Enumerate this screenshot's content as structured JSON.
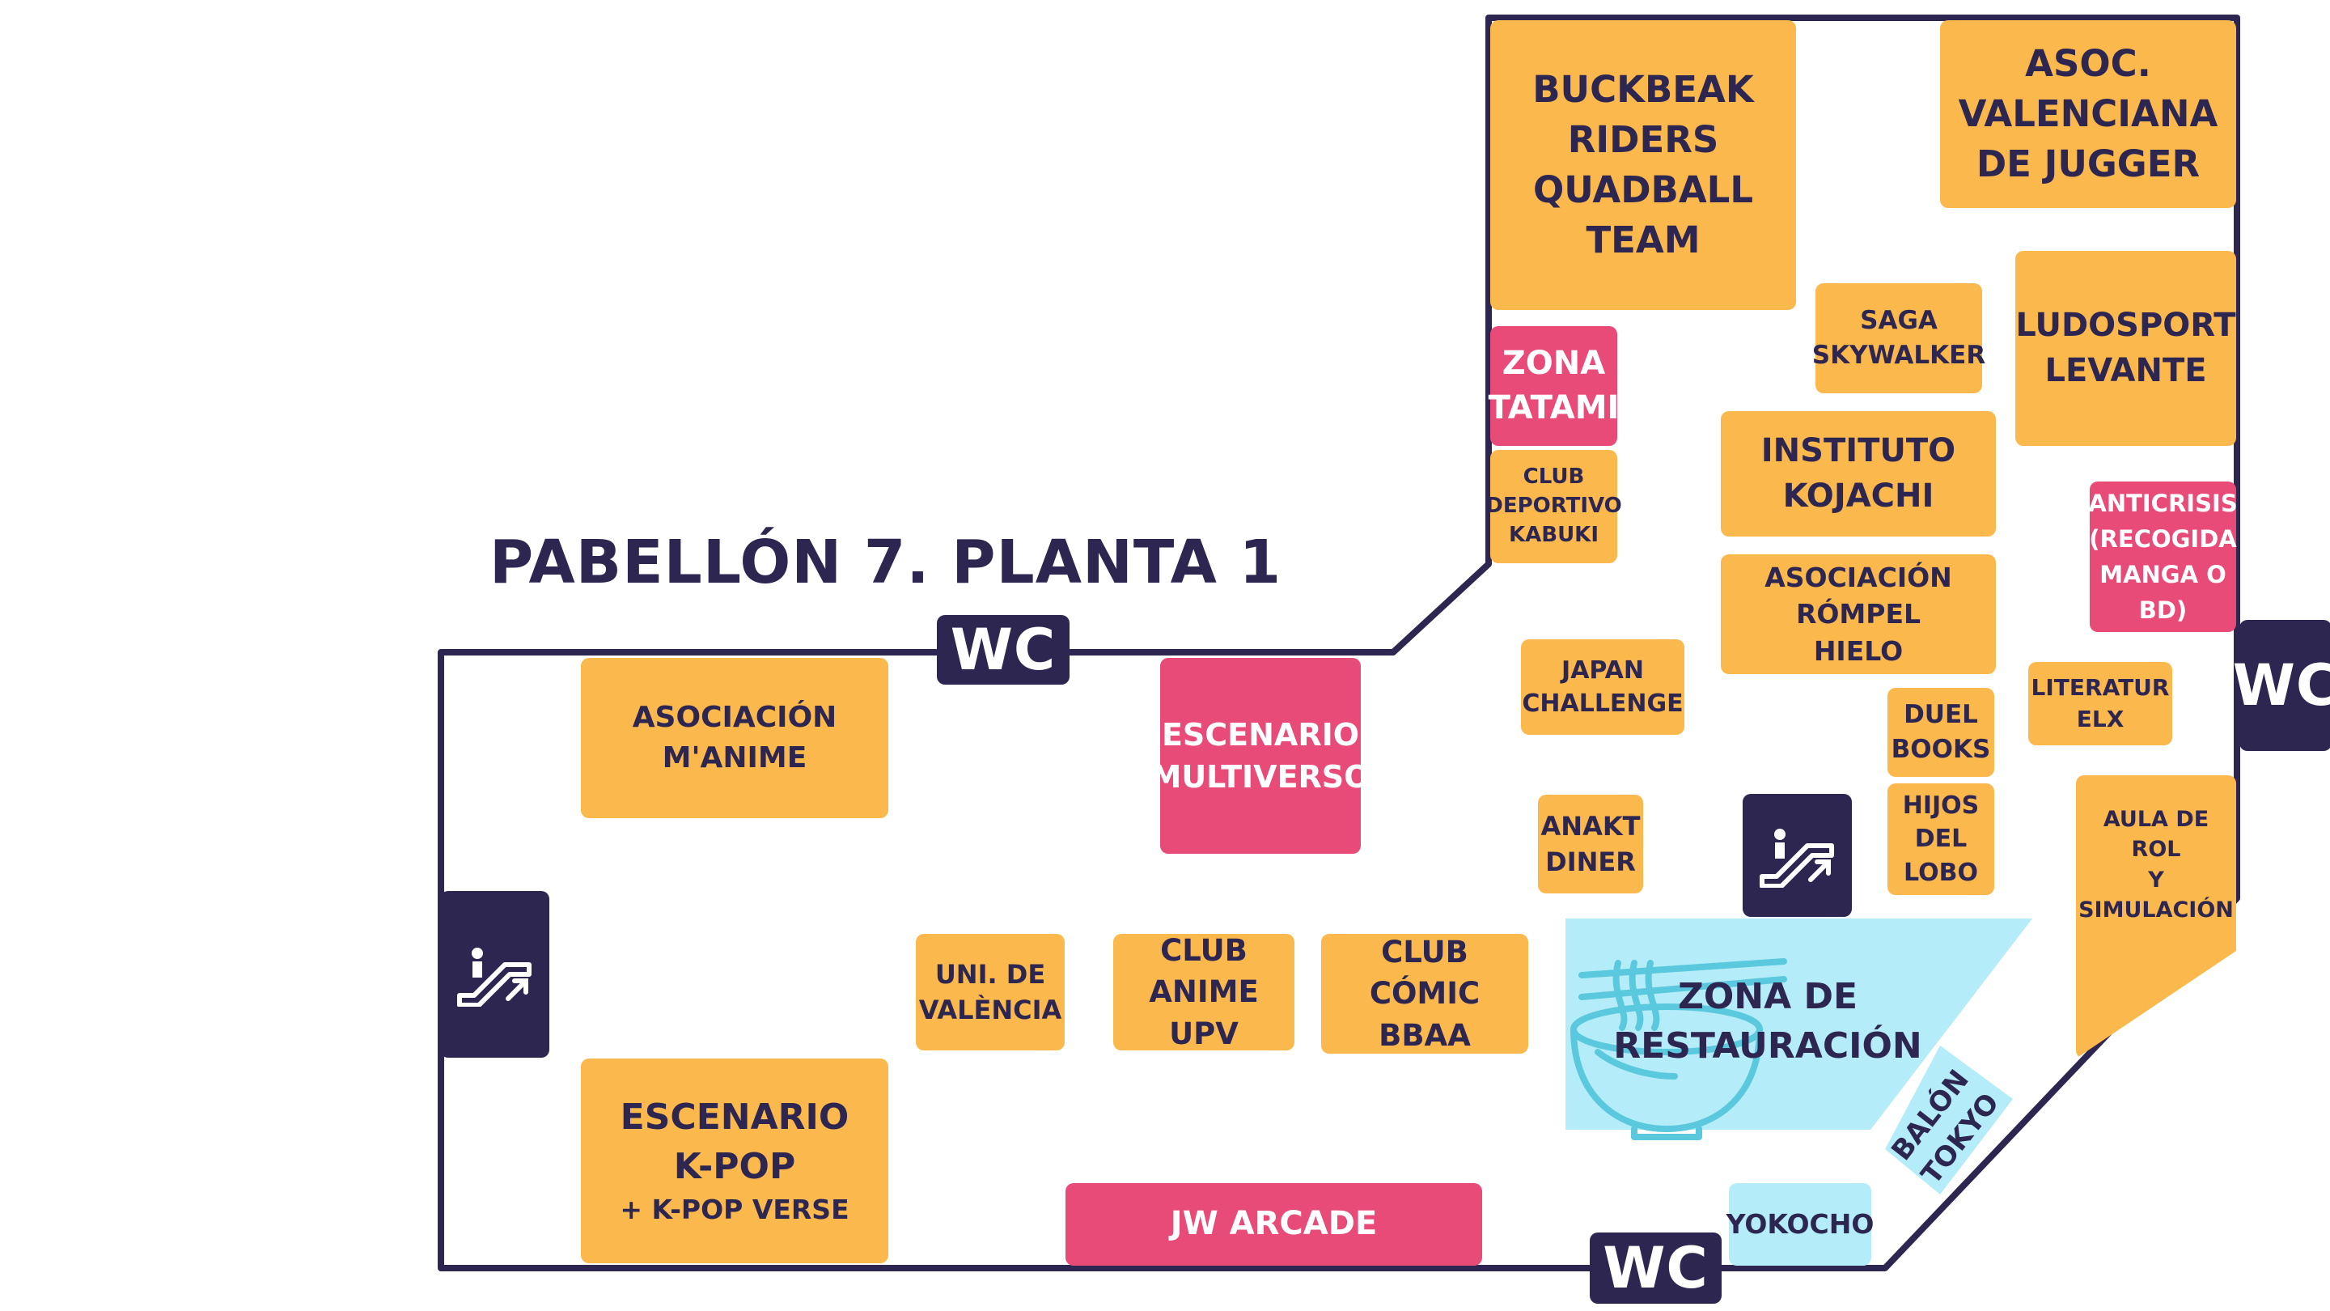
{
  "map": {
    "title": "PABELLÓN 7. PLANTA 1",
    "colors": {
      "stand": "#fbb94d",
      "stage": "#e94b78",
      "food": "#b4ecf9",
      "outline": "#2d2650"
    },
    "restrooms": {
      "label": "WC"
    },
    "escalator_icon": "escalator-icon",
    "food_icon": "noodle-bowl-icon",
    "areas": {
      "buckbeak": "BUCKBEAK\nRIDERS\nQUADBALL\nTEAM",
      "jugger": "ASOC.\nVALENCIANA\nDE JUGGER",
      "saga": "SAGA\nSKYWALKER",
      "ludosport": "LUDOSPORT\nLEVANTE",
      "tatami": "ZONA\nTATAMI",
      "kabuki": "CLUB\nDEPORTIVO\nKABUKI",
      "kojachi": "INSTITUTO\nKOJACHI",
      "rompel": "ASOCIACIÓN\nRÓMPEL\nHIELO",
      "anticrisis": "ANTICRISIS\n(RECOGIDA\nMANGA O\nBD)",
      "japan": "JAPAN\nCHALLENGE",
      "duel": "DUEL\nBOOKS",
      "literatur": "LITERATUR\nELX",
      "hijos": "HIJOS\nDEL\nLOBO",
      "anakt": "ANAKT\nDINER",
      "aula": "AULA DE ROL\nY\nSIMULACIÓN",
      "manime": "ASOCIACIÓN\nM'ANIME",
      "multiverso": "ESCENARIO\nMULTIVERSO",
      "univ": "UNI. DE\nVALÈNCIA",
      "upv": "CLUB\nANIME UPV",
      "bbaa": "CLUB CÓMIC\nBBAA",
      "restauracion": "ZONA DE\nRESTAURACIÓN",
      "balon": "BALÓN\nTOKYO",
      "kpop_main": "ESCENARIO\nK-POP",
      "kpop_sub": "+ K-POP VERSE",
      "arcade": "JW ARCADE",
      "yokocho": "YOKOCHO"
    }
  }
}
